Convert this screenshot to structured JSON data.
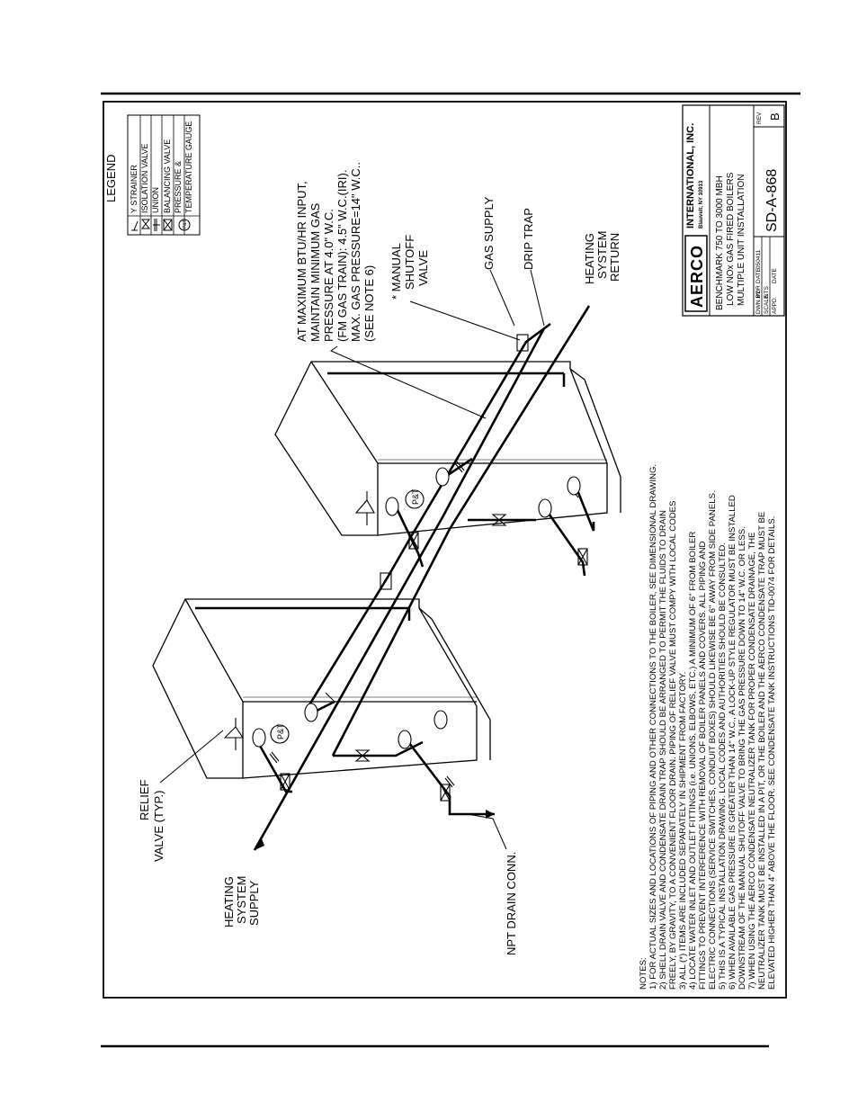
{
  "legend": {
    "title": "LEGEND",
    "items": [
      {
        "symbol": "y-strainer",
        "label": "Y STRAINER"
      },
      {
        "symbol": "isolation-valve",
        "label": "ISOLATION VALVE"
      },
      {
        "symbol": "union",
        "label": "UNION"
      },
      {
        "symbol": "balancing-valve",
        "label": "BALANCING VALVE"
      },
      {
        "symbol": "pressure-temperature-gauge",
        "label_lines": [
          "PRESSURE &",
          "TEMPERATURE GAUGE"
        ],
        "symbol_text": "P&T"
      }
    ]
  },
  "callouts": {
    "gas_pressure_lines": [
      "AT MAXIMUM BTU/HR INPUT,",
      "MAINTAIN MINIMUM GAS",
      "PRESSURE AT 4.0\" W.C.",
      "(FM GAS TRAIN): 4.5\" W.C.(IRI).",
      "MAX. GAS PRESSURE=14\" W.C..",
      "(SEE NOTE 6)"
    ],
    "manual_shutoff_lines": [
      "*  MANUAL",
      "SHUTOFF",
      "VALVE"
    ],
    "gas_supply": "GAS  SUPPLY",
    "drip_trap": "DRIP  TRAP",
    "heating_return_lines": [
      "HEATING",
      "SYSTEM",
      "RETURN"
    ],
    "relief_valve_lines": [
      "RELIEF",
      "VALVE (TYP.)"
    ],
    "heating_supply_lines": [
      "HEATING",
      "SYSTEM",
      "SUPPLY"
    ],
    "npt_drain": "NPT DRAIN CONN.",
    "pt_gauge": "P&T"
  },
  "notes": {
    "heading": "NOTES:",
    "lines": [
      "1)  FOR ACTUAL SIZES AND LOCATIONS OF PIPING AND OTHER CONNECTIONS TO THE BOILER, SEE DIMENSIONAL DRAWING.",
      "2)  SHELL DRAIN VALVE AND CONDENSATE DRAIN TRAP SHOULD BE ARRANGED TO PERMIT THE FLUIDS TO DRAIN",
      "     FREELY, BY GRAVITY, TO A CONVENIENT FLOOR DRAIN.  PIPING OF RELIEF VALVE MUST COMPY WITH LOCAL CODES",
      "3)  ALL (*) ITEMS ARE INCLUDED SEPARATELY IN SHIPMENT FROM FACTORY.",
      "4)  LOCATE WATER INLET AND OUTLET FITTINGS (i.e. UNIONS, ELBOWS, ETC.) A MINIMUM OF 6\" FROM BOILER",
      "     FITTINGS TO PREVENT INTERFERENCE WITH REMOVAL OF BOILER PANELS AND COVERS.  ALL PIPING AND",
      "     ELECTRIC CONNECTIONS (SERVICE SWITCHES, CONDUIT BOXES) SHOULD LIKEWISE BE 6\" AWAY FROM SIDE PANELS.",
      "5)  THIS IS A TYPICAL INSTALLATION DRAWING.  LOCAL CODES AND AUTHORITIES SHOULD BE CONSULTED.",
      "6)  WHEN AVAILABLE GAS PRESSURE IS GREATER THAN 14\" W.C., A LOCK-UP STYLE REGULATOR MUST BE INSTALLED",
      "     DOWNSTREAM OF THE MANUAL SHUTOFF VALVE TO BRING THE GAS PRESSURE DOWN TO 14\" W.C. OR LESS.",
      "7)  WHEN USING THE AERCO CONDENSATE NEUTRALIZER TANK FOR PROPER CONDENSATE DRAINAGE, THE",
      "     NEUTRALIZER TANK MUST BE INSTALLED IN A PIT, OR THE BOILER AND THE AERCO CONDENSATE TRAP MUST BE",
      "     ELEVATED HIGHER THAN 4\" ABOVE THE FLOOR.  SEE CONDENSATE TANK INSTRUCTIONS TID-0074 FOR DETAILS."
    ]
  },
  "title_block": {
    "logo": "AERCO",
    "company": "INTERNATIONAL, INC.",
    "address": "Blauvelt, NY 10913",
    "title_lines": [
      "BENCHMARK 750 TO 3000 MBH",
      "LOW NOx GAS FIRED BOILERS",
      "MULTIPLE UNIT INSTALLATION"
    ],
    "dwn_by_label": "DWN.BY",
    "dwn_by": "PDR",
    "date_label": "DATE",
    "date": "050411",
    "scale_label": "SCALE",
    "scale": "NTS",
    "appd_label": "APPD.",
    "appd": "",
    "date2_label": "DATE",
    "date2": "",
    "drawing_number": "SD-A-868",
    "rev_label": "REV",
    "rev": "B"
  }
}
